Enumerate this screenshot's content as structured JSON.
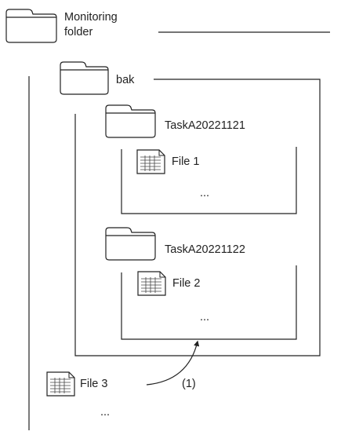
{
  "diagram": {
    "monitoring_folder": {
      "label_line1": "Monitoring",
      "label_line2": "folder"
    },
    "bak_folder": {
      "label": "bak"
    },
    "task_folder_1": {
      "label": "TaskA20221121",
      "file": "File 1",
      "ellipsis": "..."
    },
    "task_folder_2": {
      "label": "TaskA20221122",
      "file": "File 2",
      "ellipsis": "..."
    },
    "root_file": {
      "label": "File 3",
      "ellipsis": "..."
    },
    "move_arrow": {
      "label": "(1)"
    }
  },
  "icons": {
    "folder": "folder-icon",
    "file": "document-icon"
  },
  "colors": {
    "line": "#222222",
    "text": "#222222",
    "file_fill": "#ffffff",
    "file_lines": "#444444"
  }
}
